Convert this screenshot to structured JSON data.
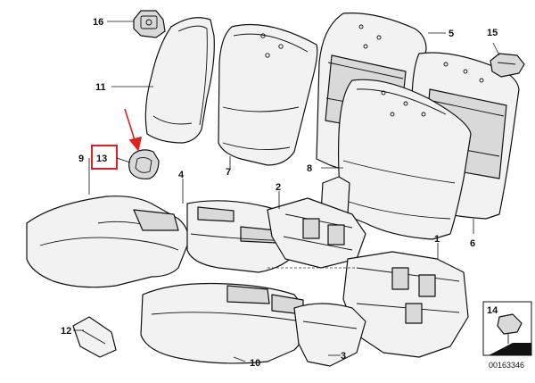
{
  "diagram": {
    "labels": {
      "p1": "1",
      "p2": "2",
      "p3": "3",
      "p4": "4",
      "p5": "5",
      "p6": "6",
      "p7": "7",
      "p8": "8",
      "p9": "9",
      "p10": "10",
      "p11": "11",
      "p12": "12",
      "p13": "13",
      "p14": "14",
      "p15": "15",
      "p16": "16"
    },
    "highlighted_part": "13",
    "highlight_color": "#e02020",
    "reference_number": "00163346"
  }
}
